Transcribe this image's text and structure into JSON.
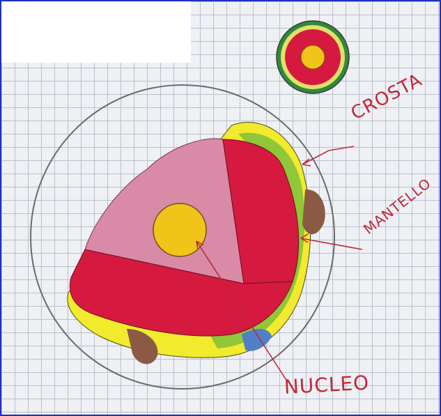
{
  "labels": {
    "crust": "CROSTA",
    "mantle": "MANTELLO",
    "core": "NUCLEO"
  },
  "colors": {
    "frame_border": "#1f2fbf",
    "grid_paper": "#eef0f4",
    "grid_lines": "#b9c0cc",
    "crust_yellow": "#f2ea2c",
    "crust_green": "#7fbf3a",
    "mantle_red": "#d6193f",
    "inner_pink": "#d98aa6",
    "core_yellow": "#f0c419",
    "rock_brown": "#8a5a45",
    "water_blue": "#4f7fc6",
    "label_red": "#c0283a",
    "pencil_outline": "#555555"
  }
}
